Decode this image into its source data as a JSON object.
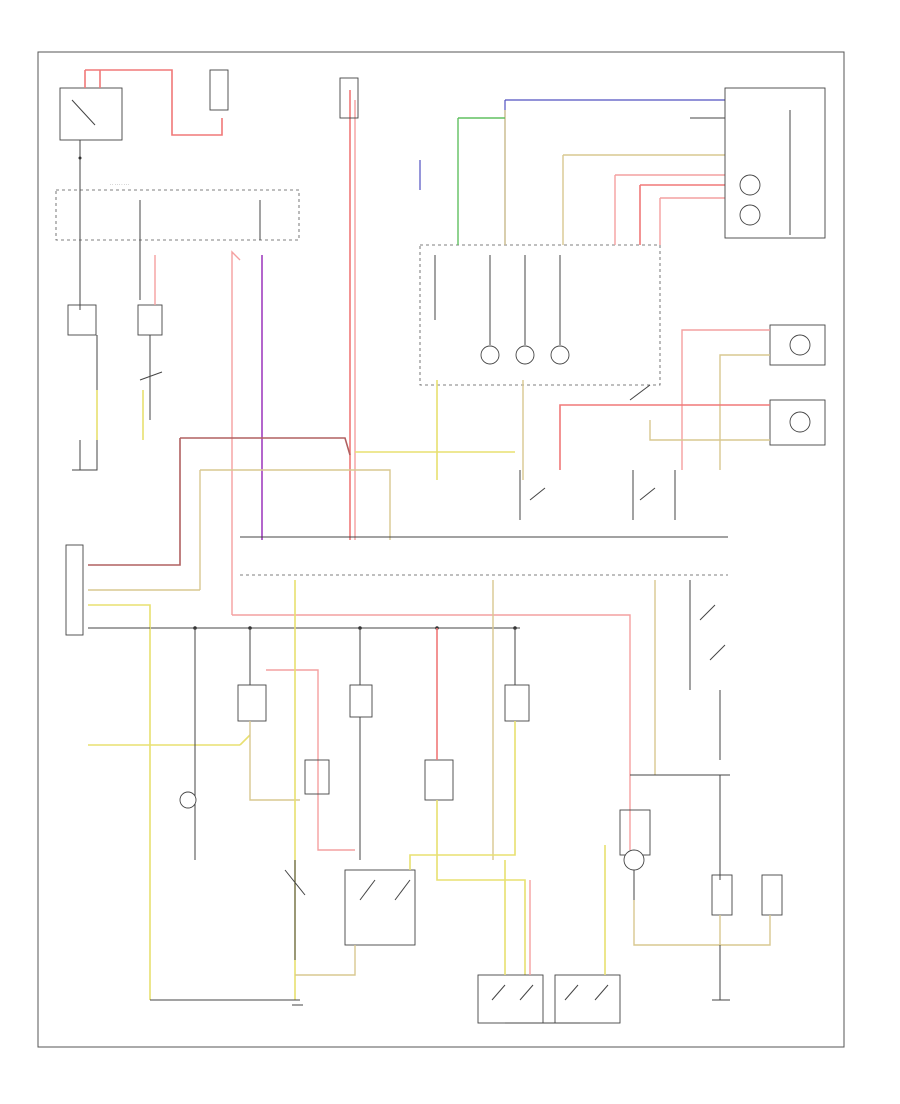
{
  "footer_code": "",
  "colors": {
    "red": "#f07878",
    "pink": "#f4a0a0",
    "yellow": "#e8e070",
    "tan": "#d8c890",
    "green": "#60c060",
    "blue": "#5050c0",
    "violet": "#a040c0",
    "brown": "#b06060",
    "black": "#444444"
  },
  "icons": [
    "switch-symbol",
    "lamp-symbol",
    "ground-symbol",
    "connector-dot"
  ]
}
